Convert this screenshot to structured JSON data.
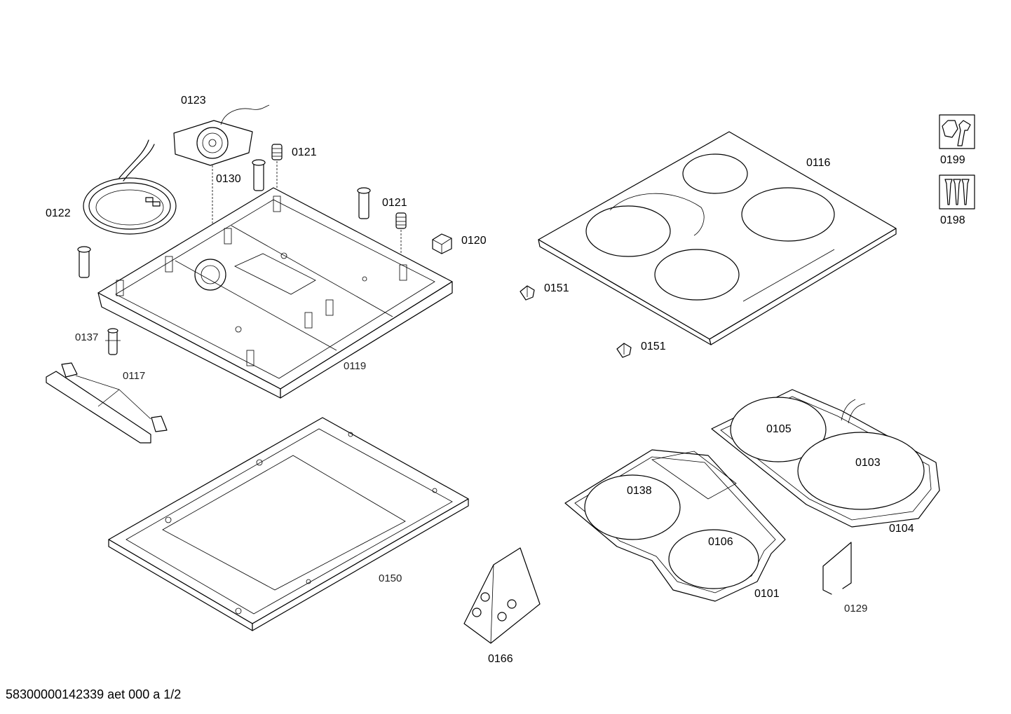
{
  "labels": {
    "p0123": "0123",
    "p0121a": "0121",
    "p0130": "0130",
    "p0121b": "0121",
    "p0122": "0122",
    "p0120": "0120",
    "p0137": "0137",
    "p0117": "0117",
    "p0119": "0119",
    "p0116": "0116",
    "p0151a": "0151",
    "p0151b": "0151",
    "p0199": "0199",
    "p0198": "0198",
    "p0105": "0105",
    "p0103": "0103",
    "p0104": "0104",
    "p0138": "0138",
    "p0106": "0106",
    "p0101": "0101",
    "p0129": "0129",
    "p0150": "0150",
    "p0166": "0166"
  },
  "footer": "58300000142339 aet 000 a 1/2"
}
